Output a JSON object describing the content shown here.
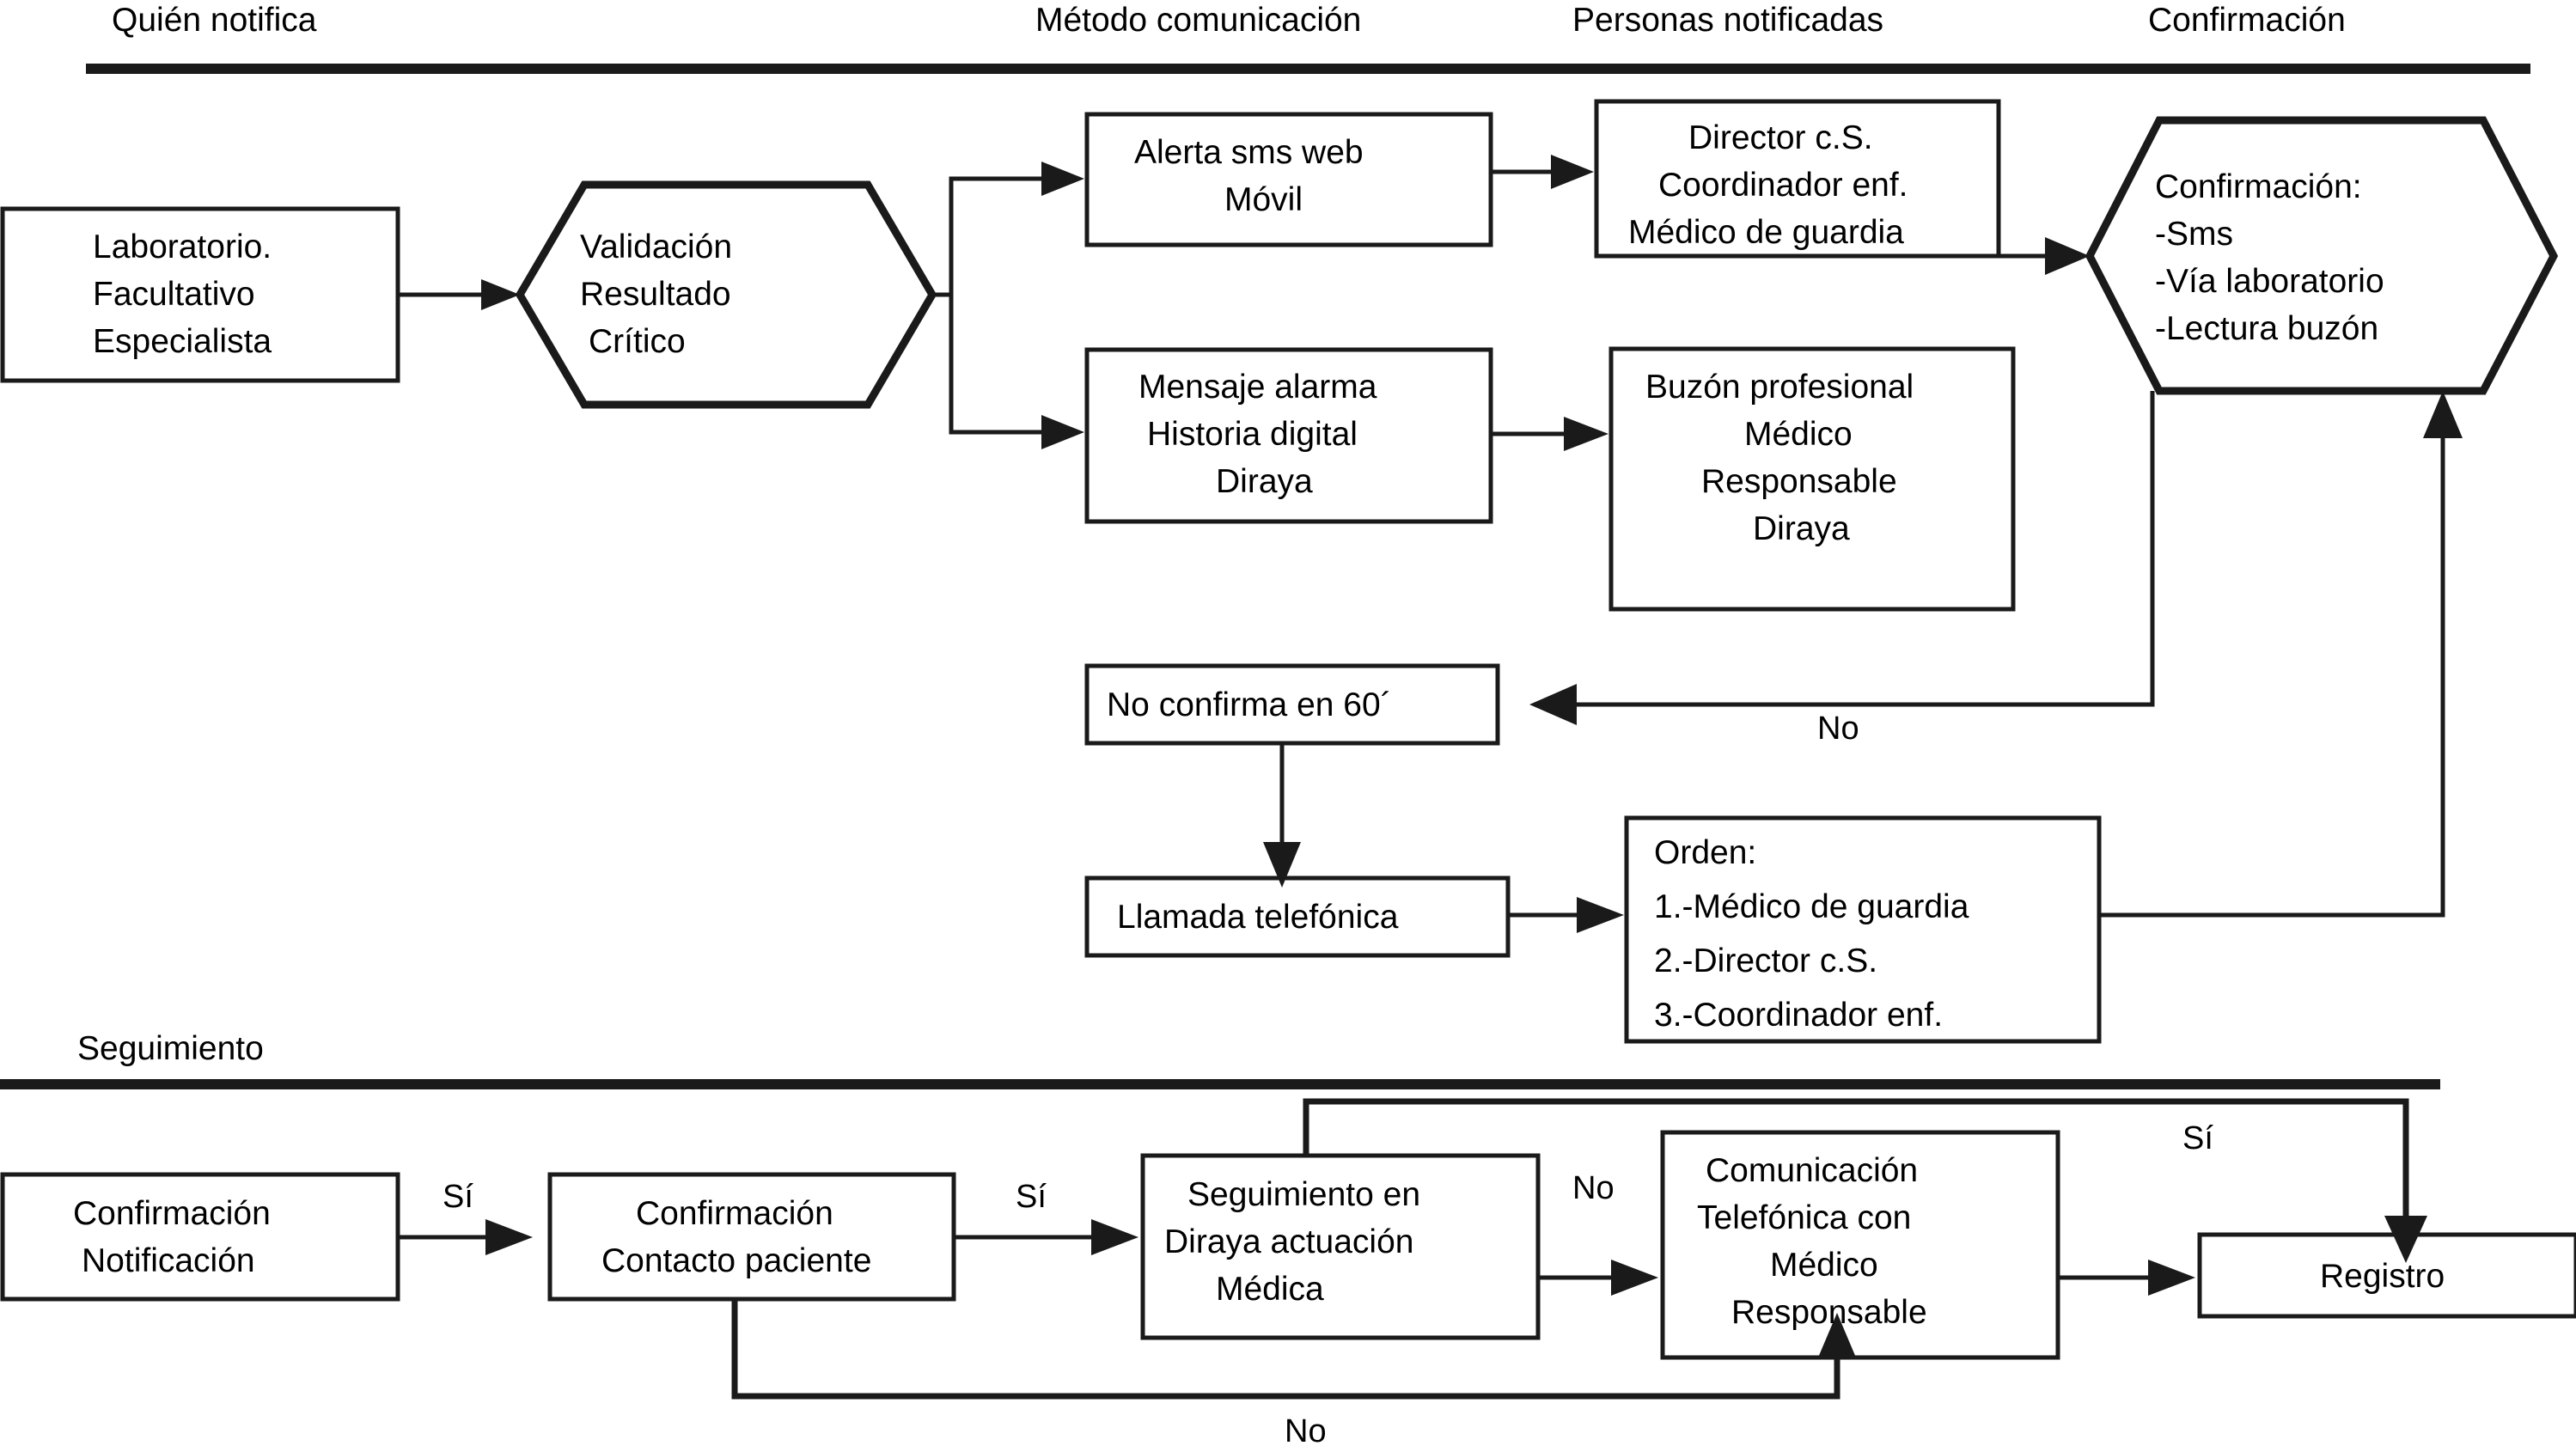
{
  "diagram": {
    "title_bar_color": "#1a1a1a",
    "background": "#ffffff",
    "sections": [
      {
        "id": "notificacion",
        "headers": [
          {
            "id": "quien-notifica",
            "label": "Quién notifica"
          },
          {
            "id": "metodo-comunicacion",
            "label": "Método comunicación"
          },
          {
            "id": "personas-notificadas",
            "label": "Personas notificadas"
          },
          {
            "id": "confirmacion",
            "label": "Confirmación"
          }
        ]
      },
      {
        "id": "seguimiento",
        "headers": [
          {
            "id": "seguimiento",
            "label": "Seguimiento"
          }
        ]
      }
    ],
    "nodes": [
      {
        "id": "laboratorio",
        "shape": "rect",
        "lines": [
          "Laboratorio.",
          "Facultativo",
          "Especialista"
        ]
      },
      {
        "id": "validacion",
        "shape": "hexagon",
        "lines": [
          "Validación",
          "Resultado",
          "Crítico"
        ]
      },
      {
        "id": "alerta-sms",
        "shape": "rect",
        "lines": [
          "Alerta sms web",
          "Móvil"
        ]
      },
      {
        "id": "director-cs",
        "shape": "rect",
        "lines": [
          "Director c.S.",
          "Coordinador enf.",
          "Médico de guardia"
        ]
      },
      {
        "id": "mensaje-alarma",
        "shape": "rect",
        "lines": [
          "Mensaje alarma",
          "Historia digital",
          "Diraya"
        ]
      },
      {
        "id": "buzon-profesional",
        "shape": "rect",
        "lines": [
          "Buzón profesional",
          "Médico",
          "Responsable",
          "Diraya"
        ]
      },
      {
        "id": "confirmacion-hex",
        "shape": "hexagon",
        "lines": [
          "Confirmación:",
          "-Sms",
          "-Vía laboratorio",
          "-Lectura buzón"
        ]
      },
      {
        "id": "no-confirma-60",
        "shape": "rect",
        "lines": [
          "No confirma en 60´"
        ]
      },
      {
        "id": "llamada-telefonica",
        "shape": "rect",
        "lines": [
          "Llamada telefónica"
        ]
      },
      {
        "id": "orden",
        "shape": "rect",
        "lines": [
          "Orden:",
          "1.-Médico de guardia",
          "2.-Director c.S.",
          "3.-Coordinador enf."
        ]
      },
      {
        "id": "confirmacion-notificacion",
        "shape": "rect",
        "lines": [
          "Confirmación",
          "Notificación"
        ]
      },
      {
        "id": "confirmacion-contacto",
        "shape": "rect",
        "lines": [
          "Confirmación",
          "Contacto paciente"
        ]
      },
      {
        "id": "seguimiento-diraya",
        "shape": "rect",
        "lines": [
          "Seguimiento en",
          "Diraya actuación",
          "Médica"
        ]
      },
      {
        "id": "comunicacion-telefonica",
        "shape": "rect",
        "lines": [
          "Comunicación",
          "Telefónica con",
          "Médico",
          "Responsable"
        ]
      },
      {
        "id": "registro",
        "shape": "rect",
        "lines": [
          "Registro"
        ]
      }
    ],
    "edge_labels": [
      {
        "id": "no-hexagono",
        "label": "No"
      },
      {
        "id": "si-confirmacion-notificacion",
        "label": "Sí"
      },
      {
        "id": "si-confirmacion-contacto",
        "label": "Sí"
      },
      {
        "id": "no-seguimiento",
        "label": "No"
      },
      {
        "id": "si-registro",
        "label": "Sí"
      },
      {
        "id": "no-contacto-paciente",
        "label": "No"
      }
    ]
  }
}
